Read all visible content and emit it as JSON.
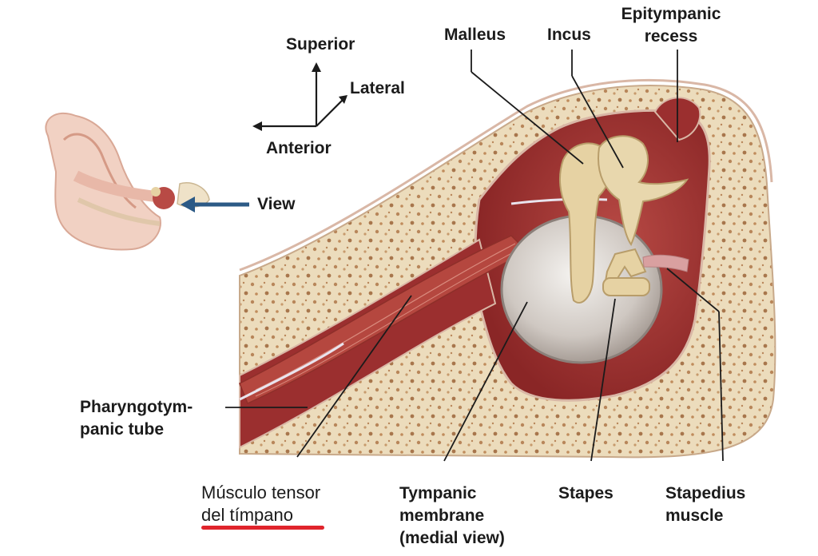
{
  "labels": {
    "superior": "Superior",
    "lateral": "Lateral",
    "anterior": "Anterior",
    "view": "View",
    "malleus": "Malleus",
    "incus": "Incus",
    "epitympanic": [
      "Epitympanic",
      "recess"
    ],
    "pharyngotympanic": [
      "Pharyngotym-",
      "panic tube"
    ],
    "tensor": [
      "Músculo tensor",
      "del tímpano"
    ],
    "tympanic": [
      "Tympanic",
      "membrane",
      "(medial view)"
    ],
    "stapes": "Stapes",
    "stapedius": [
      "Stapedius",
      "muscle"
    ]
  },
  "colors": {
    "bone": "#ead9b8",
    "bone_dots": "#b8865a",
    "cavity": "#9b2f2f",
    "muscle": "#b5473f",
    "ossicle": "#e6d2a3",
    "membrane": "#c9c3bd",
    "view_arrow": "#2c5a86",
    "highlight": "#e0242c"
  }
}
